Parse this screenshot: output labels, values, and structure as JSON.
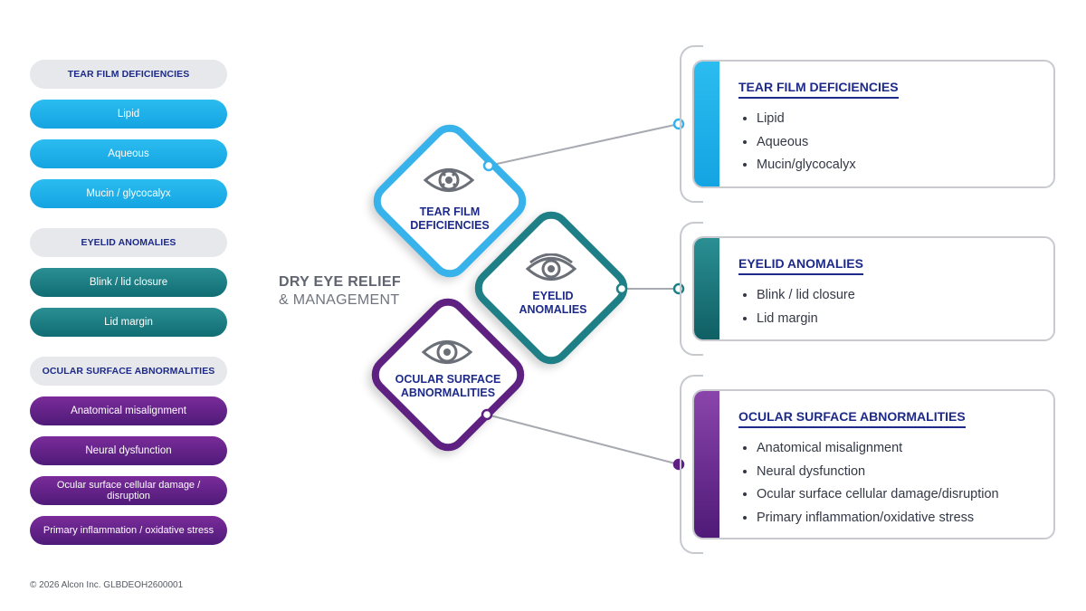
{
  "left_column": {
    "tear_header": "TEAR FILM DEFICIENCIES",
    "tear_items": [
      "Lipid",
      "Aqueous",
      "Mucin / glycocalyx"
    ],
    "eyelid_header": "EYELID ANOMALIES",
    "eyelid_items": [
      "Blink / lid closure",
      "Lid margin"
    ],
    "ocular_header": "OCULAR SURFACE ABNORMALITIES",
    "ocular_items": [
      "Anatomical misalignment",
      "Neural dysfunction",
      "Ocular surface cellular damage / disruption",
      "Primary inflammation / oxidative stress"
    ]
  },
  "center": {
    "title_line1": "DRY EYE RELIEF",
    "title_line2": "& MANAGEMENT",
    "diamonds": [
      {
        "label_line1": "TEAR FILM",
        "label_line2": "DEFICIENCIES",
        "icon": "eye-icon",
        "color": "#38b2ea"
      },
      {
        "label_line1": "EYELID",
        "label_line2": "ANOMALIES",
        "icon": "eye-icon",
        "color": "#1f7f86"
      },
      {
        "label_line1": "OCULAR SURFACE",
        "label_line2": "ABNORMALITIES",
        "icon": "eye-icon",
        "color": "#5e2182"
      }
    ]
  },
  "panels": [
    {
      "title": "TEAR FILM DEFICIENCIES",
      "items": [
        "Lipid",
        "Aqueous",
        "Mucin/glycocalyx"
      ],
      "color": "#2bbcf0"
    },
    {
      "title": "EYELID ANOMALIES",
      "items": [
        "Blink / lid closure",
        "Lid margin"
      ],
      "color": "#1f7f86"
    },
    {
      "title": "OCULAR SURFACE ABNORMALITIES",
      "items": [
        "Anatomical misalignment",
        "Neural dysfunction",
        "Ocular surface cellular damage/disruption",
        "Primary inflammation/oxidative stress"
      ],
      "color": "#5e2182"
    }
  ],
  "footer": "© 2026 Alcon Inc. GLBDEOH2600001"
}
